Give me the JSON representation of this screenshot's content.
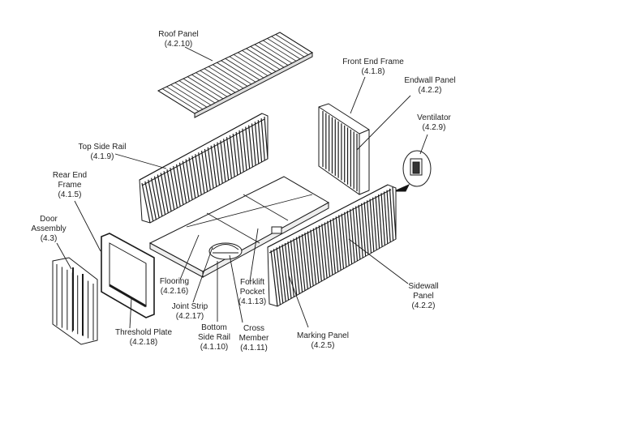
{
  "labels": {
    "roof_panel": {
      "name": "Roof Panel",
      "code": "(4.2.10)"
    },
    "front_end_frame": {
      "name": "Front End Frame",
      "code": "(4.1.8)"
    },
    "endwall_panel": {
      "name": "Endwall Panel",
      "code": "(4.2.2)"
    },
    "ventilator": {
      "name": "Ventilator",
      "code": "(4.2.9)"
    },
    "top_side_rail": {
      "name": "Top Side Rail",
      "code": "(4.1.9)"
    },
    "rear_end_frame": {
      "line1": "Rear End",
      "line2": "Frame",
      "code": "(4.1.5)"
    },
    "door_assembly": {
      "line1": "Door",
      "line2": "Assembly",
      "code": "(4.3)"
    },
    "flooring": {
      "name": "Flooring",
      "code": "(4.2.16)"
    },
    "joint_strip": {
      "name": "Joint Strip",
      "code": "(4.2.17)"
    },
    "threshold_plate": {
      "name": "Threshold Plate",
      "code": "(4.2.18)"
    },
    "bottom_side_rail": {
      "line1": "Bottom",
      "line2": "Side Rail",
      "code": "(4.1.10)"
    },
    "cross_member": {
      "line1": "Cross",
      "line2": "Member",
      "code": "(4.1.11)"
    },
    "forklift_pocket": {
      "line1": "Forklift",
      "line2": "Pocket",
      "code": "(4.1.13)"
    },
    "sidewall_panel": {
      "line1": "Sidewall",
      "line2": "Panel",
      "code": "(4.2.2)"
    },
    "marking_panel": {
      "name": "Marking Panel",
      "code": "(4.2.5)"
    }
  },
  "colors": {
    "line": "#1a1a1a",
    "background": "#ffffff"
  }
}
